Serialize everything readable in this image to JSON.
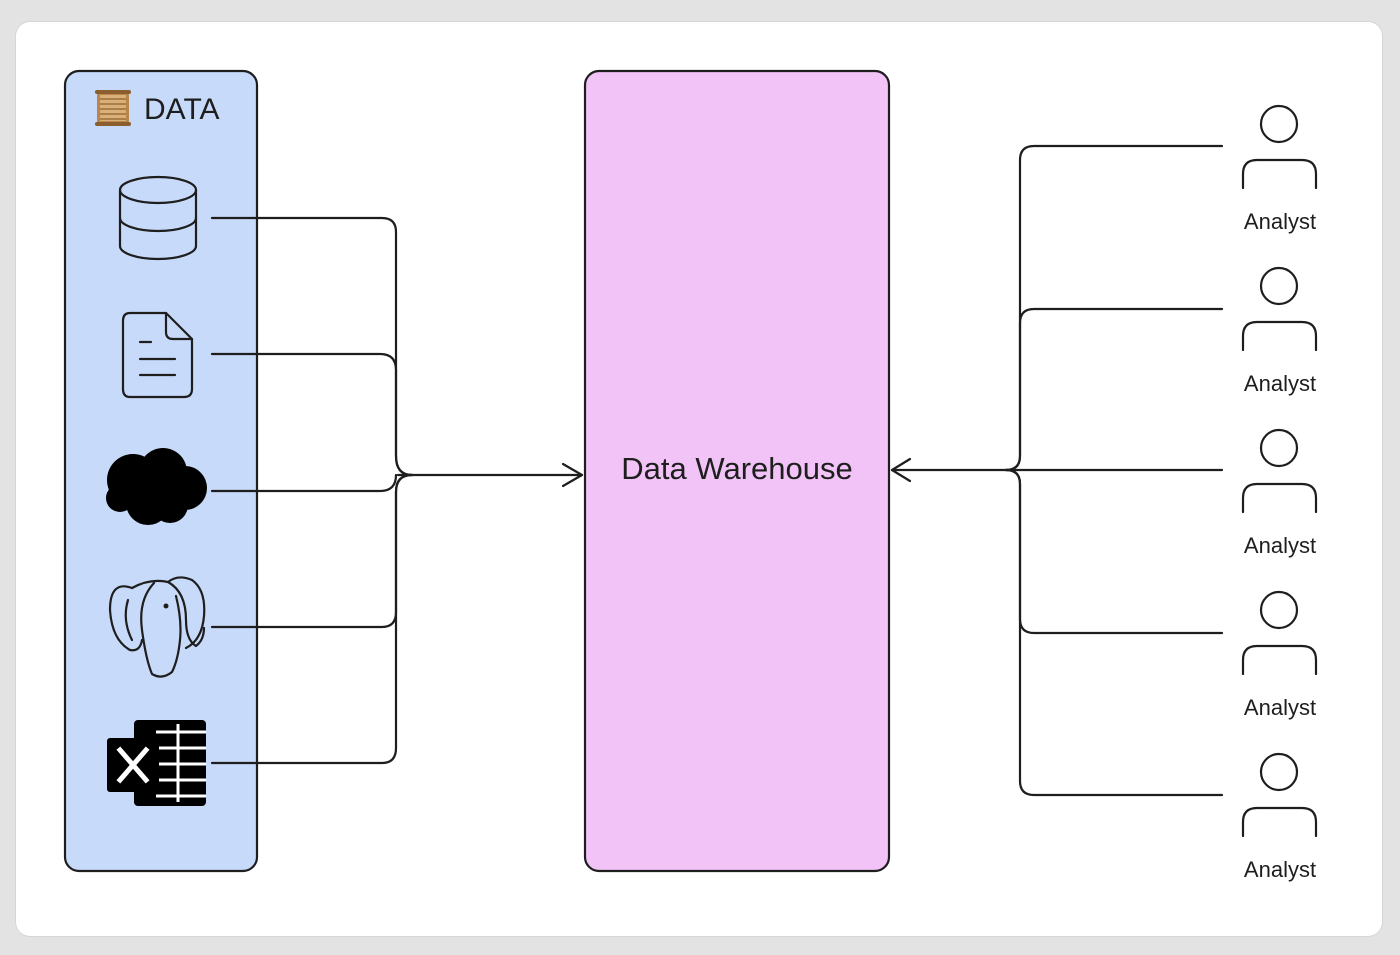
{
  "source_panel": {
    "title": "DATA",
    "fill_color": "#c8daf9",
    "items": [
      {
        "icon": "database-icon"
      },
      {
        "icon": "document-icon"
      },
      {
        "icon": "salesforce-cloud-icon"
      },
      {
        "icon": "postgresql-elephant-icon"
      },
      {
        "icon": "excel-icon"
      }
    ]
  },
  "warehouse": {
    "label": "Data Warehouse",
    "fill_color": "#f1c3f6"
  },
  "analysts": [
    {
      "label": "Analyst"
    },
    {
      "label": "Analyst"
    },
    {
      "label": "Analyst"
    },
    {
      "label": "Analyst"
    },
    {
      "label": "Analyst"
    }
  ]
}
